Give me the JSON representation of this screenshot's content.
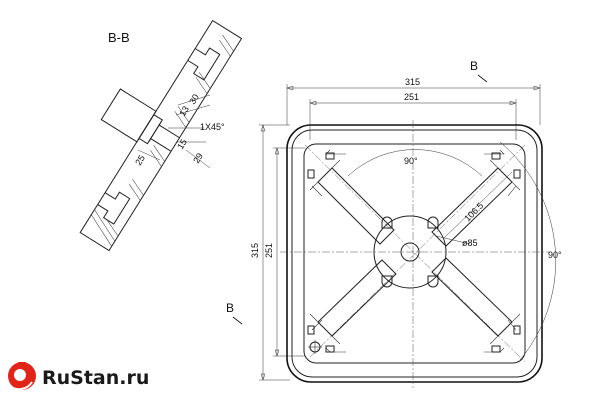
{
  "section_label": "B-B",
  "section_marker": "B",
  "section_view": {
    "dims": {
      "d30": "30",
      "d13": "13",
      "chamfer": "1X45°",
      "d15": "15",
      "d25": "25",
      "d29": "29"
    }
  },
  "plan_view": {
    "width_outer": "315",
    "width_inner": "251",
    "height_outer": "315",
    "height_inner": "251",
    "angle_top": "90°",
    "angle_right": "90°",
    "slot_length": "106.5",
    "hub_diameter": "ø85"
  },
  "logo": {
    "text": "RuStan.ru",
    "color": "#e2231a"
  }
}
